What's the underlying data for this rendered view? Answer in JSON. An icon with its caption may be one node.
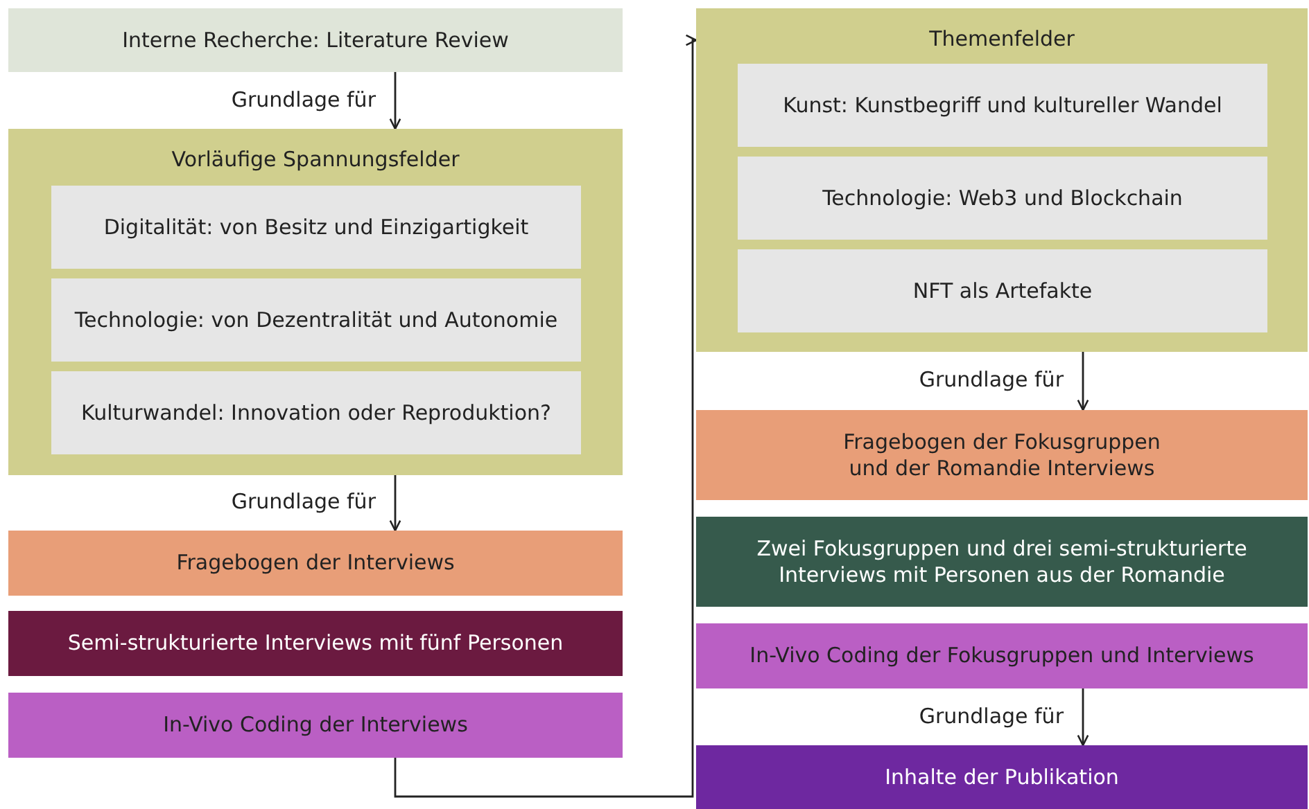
{
  "diagram": {
    "nodes": [
      {
        "text": [
          "Interne Recherche: Literature Review"
        ]
      },
      {
        "text": [
          "Vorläufige Spannungsfelder"
        ]
      },
      {
        "text": [
          "Digitalität: von Besitz und Einzigartigkeit"
        ],
        "in": 1
      },
      {
        "text": [
          "Technologie: von Dezentralität und Autonomie"
        ],
        "in": 1
      },
      {
        "text": [
          "Kulturwandel: Innovation oder Reproduktion?"
        ],
        "in": 1
      },
      {
        "text": [
          "Fragebogen der Interviews"
        ]
      },
      {
        "text": [
          "Semi-strukturierte Interviews mit fünf Personen"
        ]
      },
      {
        "text": [
          "In-Vivo Coding der Interviews"
        ]
      },
      {
        "text": [
          "Themenfelder"
        ]
      },
      {
        "text": [
          "Kunst: Kunstbegriff und kultureller Wandel"
        ],
        "in": 8
      },
      {
        "text": [
          "Technologie: Web3 und Blockchain"
        ],
        "in": 8
      },
      {
        "text": [
          "NFT als Artefakte"
        ],
        "in": 8
      },
      {
        "text": [
          "Fragebogen der Fokusgruppen und der Romandie Interviews"
        ]
      },
      {
        "text": [
          "Zwei Fokusgruppen und drei semi-strukturierte Interviews mit Personen aus der Romandie"
        ]
      },
      {
        "text": [
          "In-Vivo Coding der Fokusgruppen und Interviews"
        ]
      },
      {
        "text": [
          "Inhalte der Publikation"
        ]
      }
    ],
    "edges": [
      {
        "from": 0,
        "to": 1,
        "arrow": "to",
        "label": "Grundlage für"
      },
      {
        "from": 1,
        "to": 5,
        "arrow": "to",
        "label": "Grundlage für"
      },
      {
        "from": 7,
        "to": 8,
        "arrow": "to"
      },
      {
        "from": 8,
        "to": 12,
        "arrow": "to",
        "label": "Grundlage für"
      },
      {
        "from": 14,
        "to": 15,
        "arrow": "to",
        "label": "Grundlage für"
      }
    ]
  }
}
